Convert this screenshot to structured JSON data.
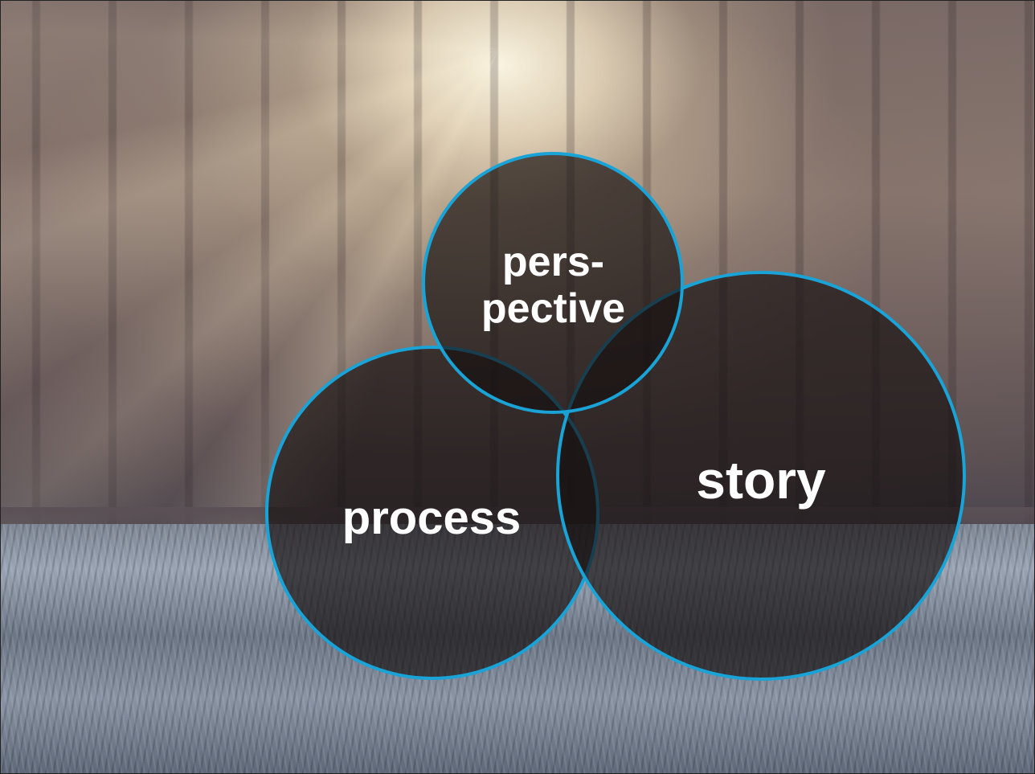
{
  "background": {
    "description_icon": "forest-sunrise-photo",
    "colors": {
      "sky_glow": "#fff6e0",
      "forest": "#6e5f5e",
      "frost_grass": "#9aa4b3"
    }
  },
  "diagram": {
    "type": "venn",
    "outline_color": "#19a3d6",
    "fill_color": "rgba(22,16,16,0.68)",
    "circles": [
      {
        "id": "perspective",
        "label": "pers-\npective"
      },
      {
        "id": "process",
        "label": "process"
      },
      {
        "id": "story",
        "label": "story"
      }
    ]
  }
}
